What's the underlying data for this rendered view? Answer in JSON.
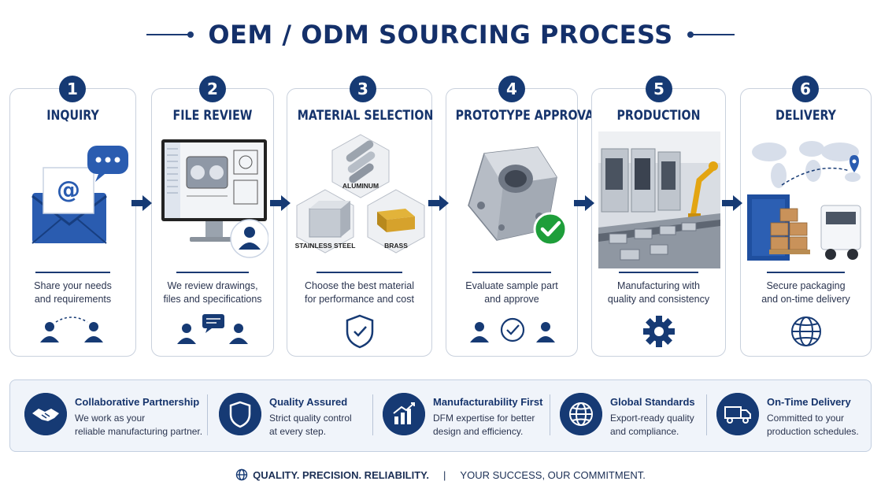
{
  "title": "OEM / ODM SOURCING PROCESS",
  "steps": [
    {
      "number": "1",
      "title": "INQUIRY",
      "desc": [
        "Share your needs",
        "and requirements"
      ]
    },
    {
      "number": "2",
      "title": "FILE REVIEW",
      "desc": [
        "We review drawings,",
        "files and specifications"
      ]
    },
    {
      "number": "3",
      "title": "MATERIAL SELECTION",
      "desc": [
        "Choose the best material",
        "for performance and cost"
      ],
      "materials": [
        "ALUMINUM",
        "STAINLESS STEEL",
        "BRASS"
      ]
    },
    {
      "number": "4",
      "title": "PROTOTYPE APPROVAL",
      "desc": [
        "Evaluate sample part",
        "and approve"
      ]
    },
    {
      "number": "5",
      "title": "PRODUCTION",
      "desc": [
        "Manufacturing with",
        "quality and consistency"
      ]
    },
    {
      "number": "6",
      "title": "DELIVERY",
      "desc": [
        "Secure packaging",
        "and on-time delivery"
      ]
    }
  ],
  "benefits": [
    {
      "title": "Collaborative Partnership",
      "lines": [
        "We work as your",
        "reliable manufacturing partner."
      ],
      "icon": "handshake-icon"
    },
    {
      "title": "Quality Assured",
      "lines": [
        "Strict quality control",
        "at every step."
      ],
      "icon": "shield-icon"
    },
    {
      "title": "Manufacturability First",
      "lines": [
        "DFM expertise for better",
        "design and efficiency."
      ],
      "icon": "chart-icon"
    },
    {
      "title": "Global Standards",
      "lines": [
        "Export-ready quality",
        "and compliance."
      ],
      "icon": "globe-icon"
    },
    {
      "title": "On-Time Delivery",
      "lines": [
        "Committed to your",
        "production schedules."
      ],
      "icon": "truck-icon"
    }
  ],
  "footer": {
    "left": "QUALITY. PRECISION. RELIABILITY.",
    "separator": "|",
    "right": "YOUR SUCCESS, OUR COMMITMENT."
  },
  "colors": {
    "navy": "#163a74",
    "accent_blue": "#2f62b8",
    "green": "#1e9e3a",
    "card_border": "#c9d1dd"
  }
}
